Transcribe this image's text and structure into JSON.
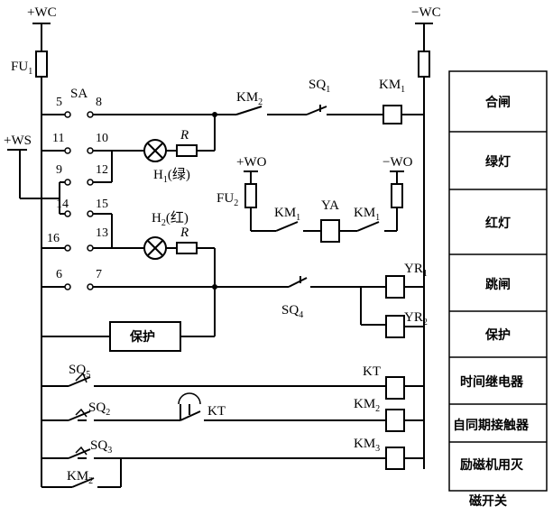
{
  "supply": {
    "pos_wc": "+WC",
    "neg_wc": "−WC",
    "pos_ws": "+WS",
    "pos_wo": "+WO",
    "neg_wo": "−WO"
  },
  "components": {
    "fu1": "FU",
    "fu1_sub": "1",
    "fu2": "FU",
    "fu2_sub": "2",
    "sa": "SA",
    "km2": "KM",
    "km2_sub": "2",
    "sq1": "SQ",
    "sq1_sub": "1",
    "km1": "KM",
    "km1_sub": "1",
    "r1": "R",
    "r2": "R",
    "h1": "H",
    "h1_sub": "1",
    "h1_suffix": "(绿)",
    "h2": "H",
    "h2_sub": "2",
    "h2_suffix": "(红)",
    "ya": "YA",
    "km1a": "KM",
    "km1a_sub": "1",
    "km1b": "KM",
    "km1b_sub": "1",
    "yr1": "YR",
    "yr1_sub": "1",
    "yr2": "YR",
    "yr2_sub": "2",
    "sq4": "SQ",
    "sq4_sub": "4",
    "protect": "保护",
    "sq5": "SQ",
    "sq5_sub": "5",
    "sq2": "SQ",
    "sq2_sub": "2",
    "sq3": "SQ",
    "sq3_sub": "3",
    "kt_coil": "KT",
    "kt_contact": "KT",
    "km2_coil": "KM",
    "km2_coil_sub": "2",
    "km3_coil": "KM",
    "km3_coil_sub": "3",
    "km2_bottom": "KM",
    "km2_bottom_sub": "2"
  },
  "terminals": [
    "5",
    "8",
    "11",
    "10",
    "9",
    "12",
    "14",
    "15",
    "16",
    "13",
    "6",
    "7"
  ],
  "legend": [
    "合闸",
    "绿灯",
    "红灯",
    "跳闸",
    "保护",
    "时间继电器",
    "自同期接触器",
    "励磁机用灭",
    "磁开关"
  ]
}
